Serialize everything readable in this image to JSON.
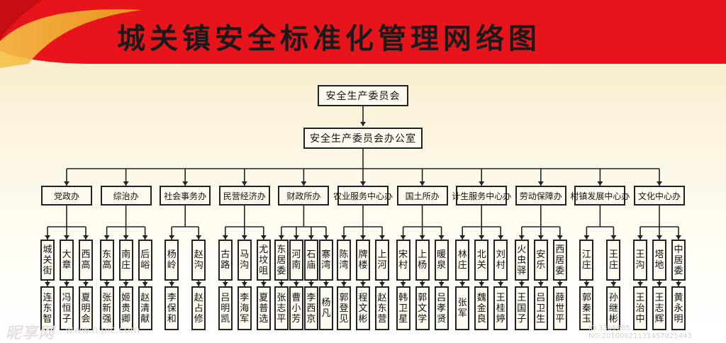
{
  "title": "城关镇安全标准化管理网络图",
  "root": "安全生产委员会",
  "office": "安全生产委员会办公室",
  "colors": {
    "banner_red": "#e8141b",
    "line": "#222222"
  },
  "departments": [
    {
      "name": "党政办",
      "units": [
        {
          "name": "城关街",
          "person": "连东智"
        },
        {
          "name": "大章",
          "person": "冯恒子"
        },
        {
          "name": "西高",
          "person": "夏明会"
        }
      ]
    },
    {
      "name": "综治办",
      "units": [
        {
          "name": "东高",
          "person": "张新强"
        },
        {
          "name": "南庄",
          "person": "姬贵卿"
        },
        {
          "name": "后峪",
          "person": "赵清献"
        }
      ]
    },
    {
      "name": "社会事务办",
      "units": [
        {
          "name": "杨岭",
          "person": "李保和"
        },
        {
          "name": "赵沟",
          "person": "赵占修"
        }
      ]
    },
    {
      "name": "民营经济办",
      "units": [
        {
          "name": "古路",
          "person": "吕明凯"
        },
        {
          "name": "马沟",
          "person": "李海军"
        },
        {
          "name": "尤坟咀",
          "person": "夏普选"
        }
      ]
    },
    {
      "name": "财政所办",
      "units": [
        {
          "name": "东居委",
          "person": "张志平"
        },
        {
          "name": "河南",
          "person": "曹小芳"
        },
        {
          "name": "石庙",
          "person": "李西京"
        },
        {
          "name": "寨湾",
          "person": "杨凡"
        }
      ]
    },
    {
      "name": "农业服务中心办",
      "units": [
        {
          "name": "陈湾",
          "person": "郭登见"
        },
        {
          "name": "牌楼",
          "person": "程文彬"
        },
        {
          "name": "上河",
          "person": "赵东营"
        }
      ]
    },
    {
      "name": "国土所办",
      "units": [
        {
          "name": "宋村",
          "person": "韩卫星"
        },
        {
          "name": "上杨",
          "person": "郭文学"
        },
        {
          "name": "暖泉",
          "person": "吕孝贤"
        }
      ]
    },
    {
      "name": "计生服务中心办",
      "units": [
        {
          "name": "林庄",
          "person": "张军"
        },
        {
          "name": "北关",
          "person": "魏金良"
        },
        {
          "name": "刘村",
          "person": "王桂婷"
        }
      ]
    },
    {
      "name": "劳动保障办",
      "units": [
        {
          "name": "火虫驿",
          "person": "王国子"
        },
        {
          "name": "安乐",
          "person": "吕卫生"
        },
        {
          "name": "西居委",
          "person": "薛世平"
        }
      ]
    },
    {
      "name": "村镇发展中心办",
      "units": [
        {
          "name": "江庄",
          "person": "郭秦玉"
        },
        {
          "name": "王庄",
          "person": "孙继彬"
        }
      ]
    },
    {
      "name": "文化中心办",
      "units": [
        {
          "name": "王沟",
          "person": "王治中"
        },
        {
          "name": "塔地",
          "person": "王志辉"
        },
        {
          "name": "中居委",
          "person": "黄永明"
        }
      ]
    }
  ],
  "watermark": "昵享网",
  "watermark_url": "www.nipic.com",
  "image_id": "ID:3365605 NO:20100621131457025443"
}
